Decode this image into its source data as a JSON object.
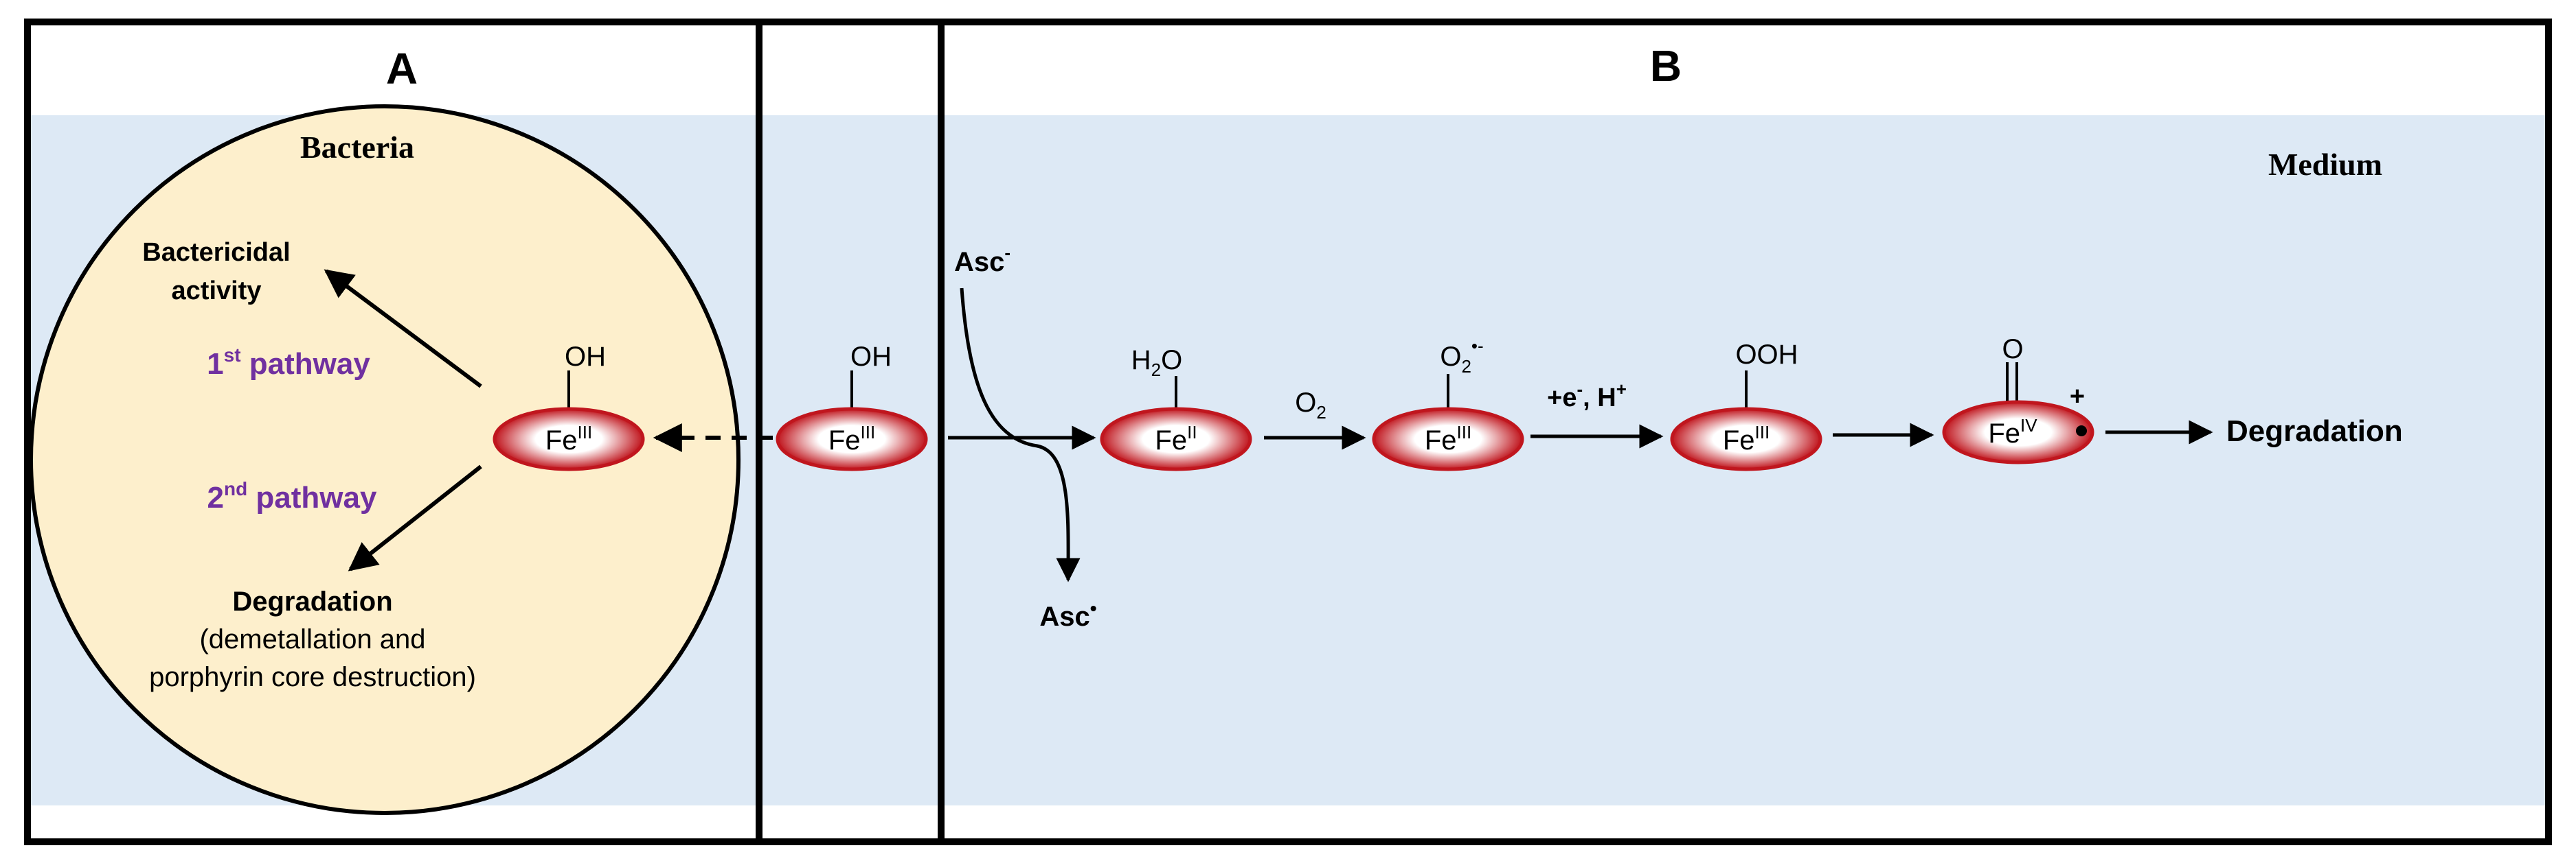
{
  "panels": {
    "a_label": "A",
    "b_label": "B"
  },
  "labels": {
    "bacteria": "Bacteria",
    "medium": "Medium",
    "bactericidal_line1": "Bactericidal",
    "bactericidal_line2": "activity",
    "pathway1_num": "1",
    "pathway1_sup": "st",
    "pathway1_word": " pathway",
    "pathway2_num": "2",
    "pathway2_sup": "nd",
    "pathway2_word": " pathway",
    "degradation_inner": "Degradation",
    "degradation_inner_detail_line1": "(demetallation and",
    "degradation_inner_detail_line2": "porphyrin core destruction)",
    "asc_in": "Asc",
    "asc_in_sup": "-",
    "asc_out": "Asc",
    "asc_out_sup": "•",
    "o2_step": "O",
    "o2_step_sub": "2",
    "e_h_step_a": "+e",
    "e_h_step_a_sup": "-",
    "e_h_step_b": ", H",
    "e_h_step_b_sup": "+",
    "degradation_final": "Degradation"
  },
  "hemes": [
    {
      "id": "heme-bacteria",
      "metal": "Fe",
      "ox": "III",
      "ligand": "OH",
      "ligand_sub": ""
    },
    {
      "id": "heme-membrane",
      "metal": "Fe",
      "ox": "III",
      "ligand": "OH",
      "ligand_sub": ""
    },
    {
      "id": "heme-ferrous",
      "metal": "Fe",
      "ox": "II",
      "ligand": "H",
      "ligand_sub": "2",
      "ligand_tail": "O"
    },
    {
      "id": "heme-superoxo",
      "metal": "Fe",
      "ox": "III",
      "ligand": "O",
      "ligand_sub": "2",
      "ligand_sup": "•-"
    },
    {
      "id": "heme-hydroperoxo",
      "metal": "Fe",
      "ox": "III",
      "ligand": "OOH",
      "ligand_sub": ""
    },
    {
      "id": "heme-ferryl",
      "metal": "Fe",
      "ox": "IV",
      "ligand": "O",
      "ligand_sub": "",
      "radical_charge": "+"
    }
  ],
  "colors": {
    "medium_fill": "#dde9f5",
    "bacteria_fill": "#fdefcc",
    "heme_edge": "#c0161e",
    "heme_core": "#ffffff",
    "pathway_text": "#7030a0",
    "frame": "#000000"
  }
}
